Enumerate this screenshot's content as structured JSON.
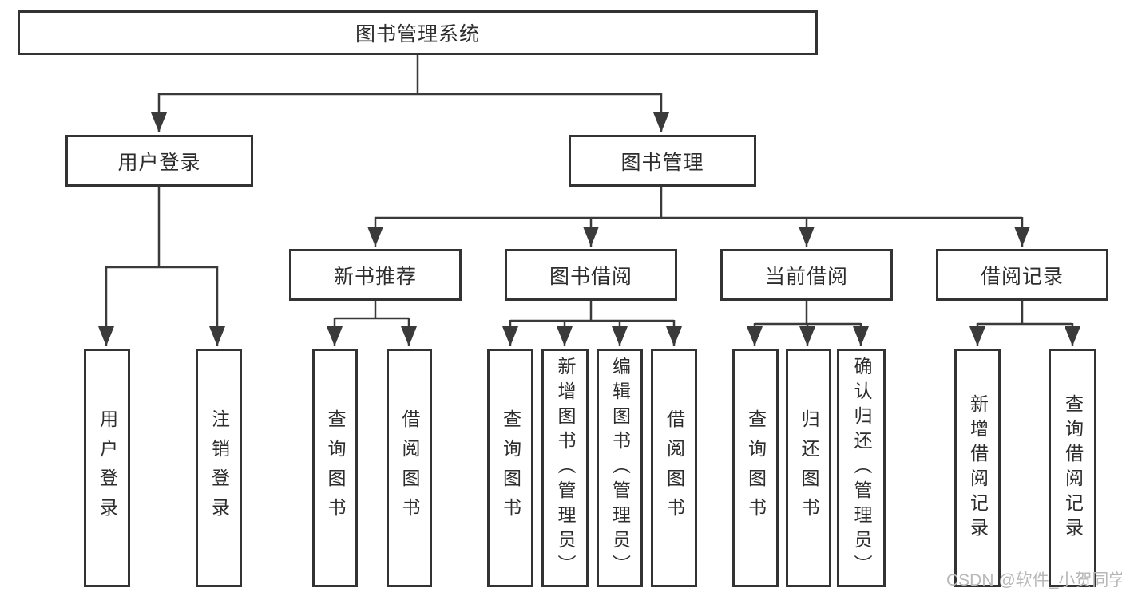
{
  "page": {
    "background": "#ffffff"
  },
  "colors": {
    "line": "#3a3a3a",
    "box_border": "#333333",
    "text": "#2d2d2d",
    "watermark": "#b8b8b8"
  },
  "watermark": {
    "text": "CSDN @软件_小贺同学"
  },
  "tree": {
    "root": {
      "label": "图书管理系统"
    },
    "branches": [
      {
        "label": "用户登录",
        "children": [
          {
            "label": "用户登录"
          },
          {
            "label": "注销登录"
          }
        ]
      },
      {
        "label": "图书管理",
        "children": [
          {
            "label": "新书推荐",
            "children": [
              {
                "label": "查询图书"
              },
              {
                "label": "借阅图书"
              }
            ]
          },
          {
            "label": "图书借阅",
            "children": [
              {
                "label": "查询图书"
              },
              {
                "label": "新增图书（管理员）"
              },
              {
                "label": "编辑图书（管理员）"
              },
              {
                "label": "借阅图书"
              }
            ]
          },
          {
            "label": "当前借阅",
            "children": [
              {
                "label": "查询图书"
              },
              {
                "label": "归还图书"
              },
              {
                "label": "确认归还（管理员）"
              }
            ]
          },
          {
            "label": "借阅记录",
            "children": [
              {
                "label": "新增借阅记录"
              },
              {
                "label": "查询借阅记录"
              }
            ]
          }
        ]
      }
    ]
  }
}
